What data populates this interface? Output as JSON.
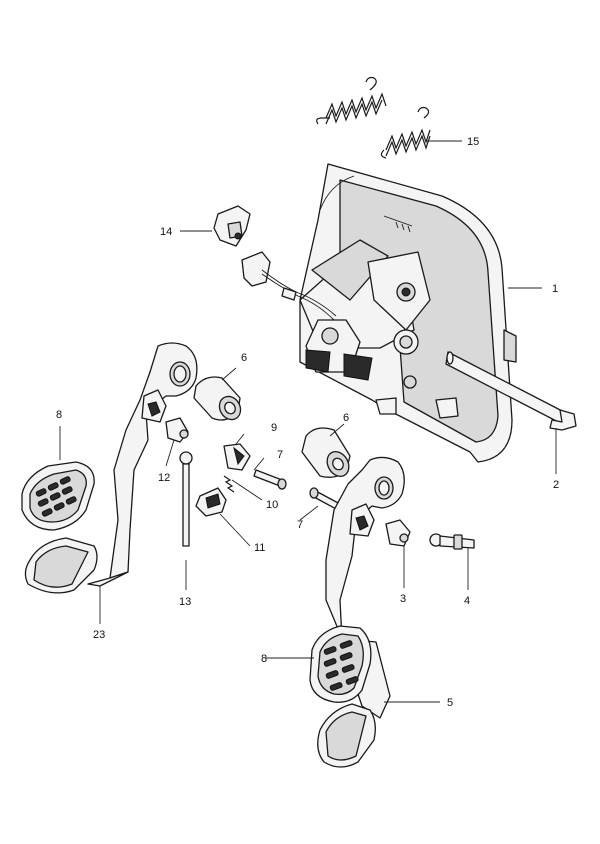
{
  "callouts": {
    "c1": "1",
    "c2": "2",
    "c3": "3",
    "c4": "4",
    "c5": "5",
    "c6a": "6",
    "c6b": "6",
    "c7a": "7",
    "c7b": "7",
    "c8a": "8",
    "c8b": "8",
    "c9": "9",
    "c10": "10",
    "c11": "11",
    "c12": "12",
    "c13": "13",
    "c14": "14",
    "c15": "15",
    "c23": "23"
  }
}
